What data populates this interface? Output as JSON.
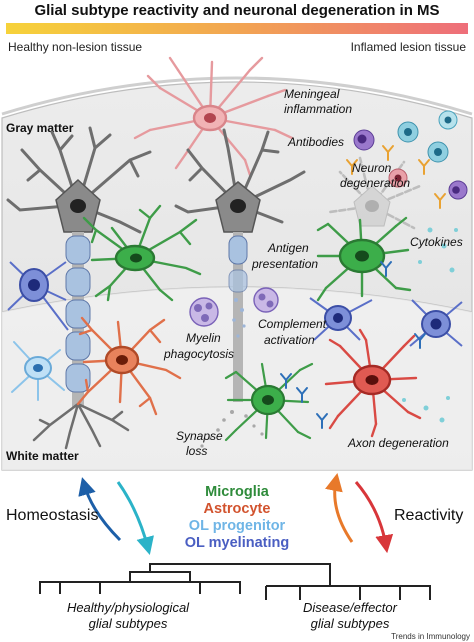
{
  "title": "Glial subtype reactivity and neuronal degeneration in MS",
  "gradient_bar": {
    "left_label": "Healthy non-lesion tissue",
    "right_label": "Inflamed lesion tissue",
    "colors": [
      "#f6d23a",
      "#f2a552",
      "#ee6e7a"
    ]
  },
  "regions": {
    "gray_matter": "Gray matter",
    "white_matter": "White matter"
  },
  "annotations": {
    "meningeal_1": "Meningeal",
    "meningeal_2": "inflammation",
    "antibodies": "Antibodies",
    "neuron_deg_1": "Neuron",
    "neuron_deg_2": "degeneration",
    "cytokines": "Cytokines",
    "antigen_1": "Antigen",
    "antigen_2": "presentation",
    "myelin_1": "Myelin",
    "myelin_2": "phagocytosis",
    "complement_1": "Complement",
    "complement_2": "activation",
    "synapse_1": "Synapse",
    "synapse_2": "loss",
    "axon_deg": "Axon degeneration"
  },
  "cell_types": {
    "microglia": {
      "label": "Microglia",
      "color": "#2e8b3a"
    },
    "astrocyte": {
      "label": "Astrocyte",
      "color": "#d2532e"
    },
    "ol_progenitor": {
      "label": "OL progenitor",
      "color": "#6fb5e6"
    },
    "ol_myelinating": {
      "label": "OL myelinating",
      "color": "#4a5ec2"
    }
  },
  "states": {
    "homeostasis": "Homeostasis",
    "reactivity": "Reactivity"
  },
  "tree": {
    "left_1": "Healthy/physiological",
    "left_2": "glial subtypes",
    "right_1": "Disease/effector",
    "right_2": "glial subtypes"
  },
  "footer": "Trends in Immunology"
}
